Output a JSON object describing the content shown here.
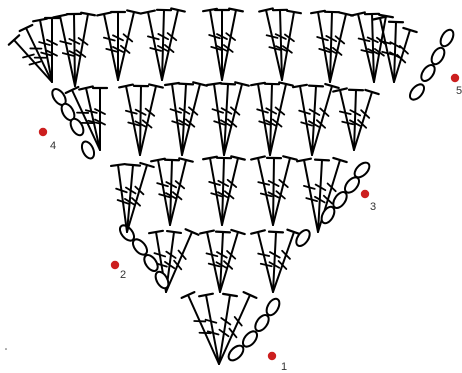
{
  "diagram": {
    "type": "crochet-chart",
    "colors": {
      "stitch": "#000000",
      "marker": "#cc1f1f",
      "label": "#333333"
    },
    "rows": [
      {
        "label": "1",
        "side": "right",
        "stitch": "treble",
        "chain_count": 4,
        "cluster_count": 1
      },
      {
        "label": "2",
        "side": "left",
        "stitch": "treble",
        "chain_count": 4,
        "cluster_count": 3
      },
      {
        "label": "3",
        "side": "right",
        "stitch": "treble",
        "chain_count": 4,
        "cluster_count": 5
      },
      {
        "label": "4",
        "side": "left",
        "stitch": "treble",
        "chain_count": 4,
        "cluster_count": 7
      },
      {
        "label": "5",
        "side": "right",
        "stitch": "treble",
        "chain_count": 4,
        "cluster_count": 9
      }
    ]
  }
}
